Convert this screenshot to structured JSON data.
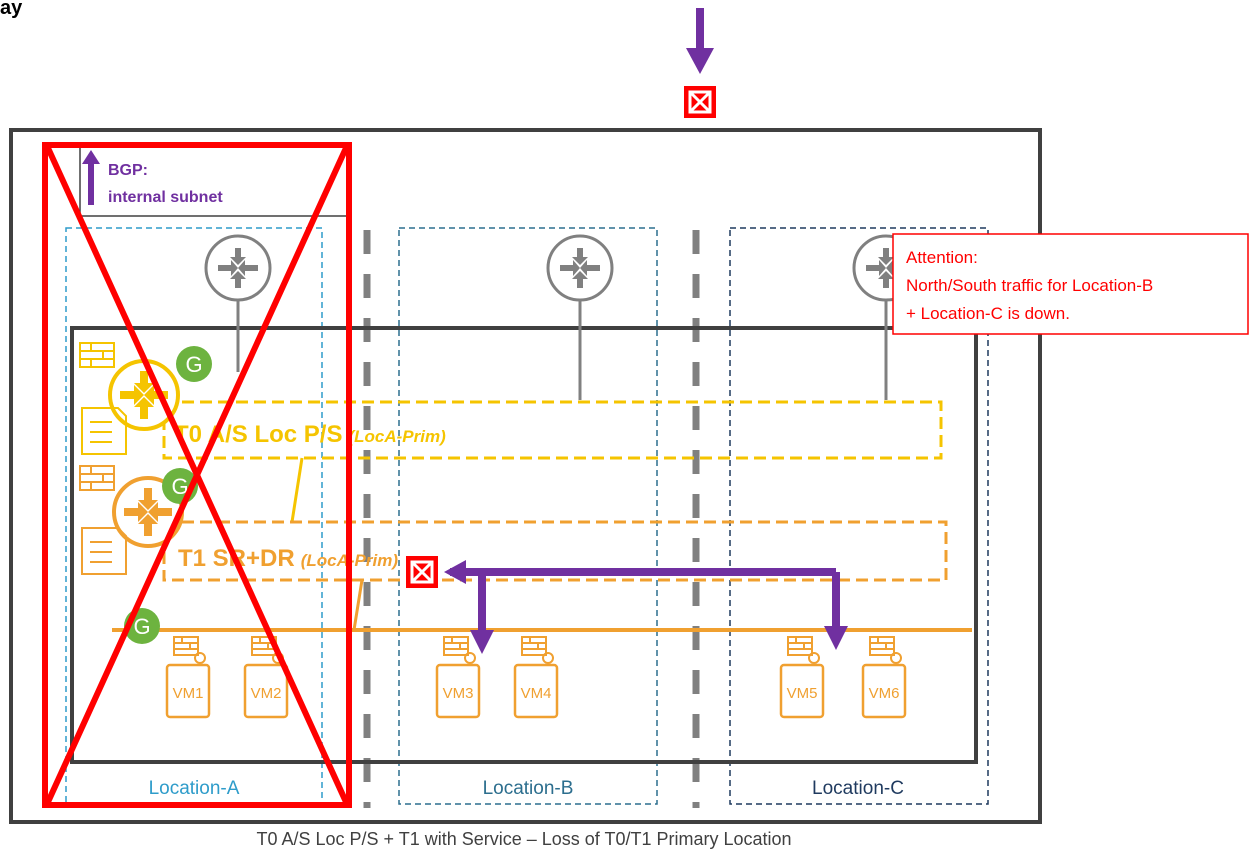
{
  "top_text": "ay",
  "bgp": {
    "line1": "BGP:",
    "line2": "internal subnet"
  },
  "attention": {
    "line1": "Attention:",
    "line2": "North/South traffic for Location-B",
    "line3": "+ Location-C is down."
  },
  "t0": {
    "main": "T0 A/S Loc P/S",
    "sub": "(LocA-Prim)"
  },
  "t1": {
    "main": "T1 SR+DR",
    "sub": "(LocA-Prim)"
  },
  "gateway_badge": "G",
  "vms": [
    "VM1",
    "VM2",
    "VM3",
    "VM4",
    "VM5",
    "VM6"
  ],
  "locations": [
    "Location-A",
    "Location-B",
    "Location-C"
  ],
  "caption": "T0 A/S Loc P/S + T1 with Service – Loss of T0/T1 Primary Location",
  "colors": {
    "orange": "#F0A030",
    "yellow": "#F5C400",
    "purple": "#7030A0",
    "red": "#FF0000",
    "green": "#6DB33F",
    "router_gray": "#808080",
    "loc_a": "#2E9CCA",
    "loc_b": "#2C6E8E",
    "loc_c": "#1F3A5F",
    "frame": "#404040"
  }
}
